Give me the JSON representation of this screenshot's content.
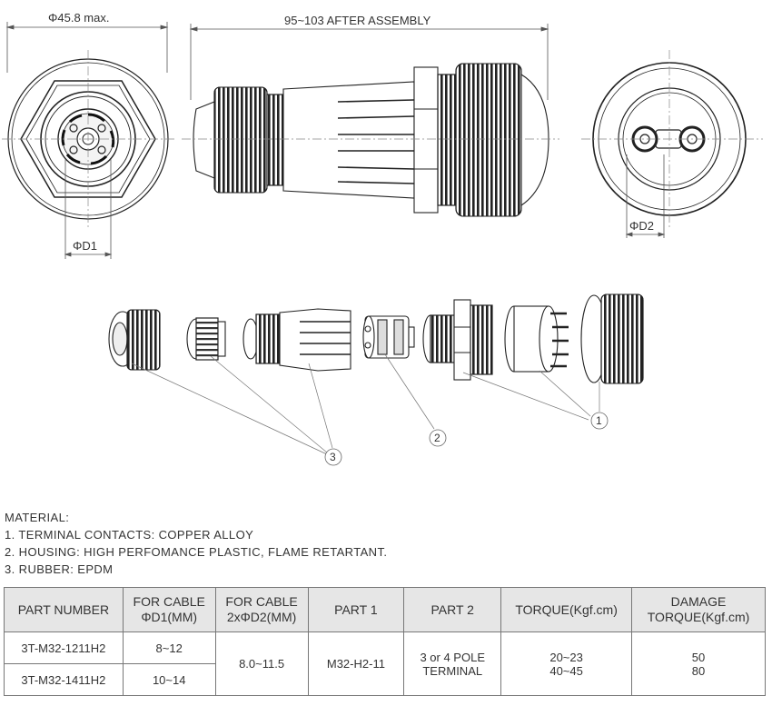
{
  "dimensions": {
    "outer_diameter": "Φ45.8 max.",
    "assembly_length": "95~103 AFTER ASSEMBLY",
    "d1": "ΦD1",
    "d2": "ΦD2"
  },
  "callouts": [
    "1",
    "2",
    "3"
  ],
  "material": {
    "heading": "MATERIAL:",
    "items": [
      "1. TERMINAL CONTACTS: COPPER ALLOY",
      "2. HOUSING: HIGH PERFOMANCE PLASTIC, FLAME RETARTANT.",
      "3. RUBBER: EPDM"
    ]
  },
  "table": {
    "headers": [
      "PART NUMBER",
      "FOR CABLE\nΦD1(MM)",
      "FOR CABLE\n2xΦD2(MM)",
      "PART 1",
      "PART 2",
      "TORQUE(Kgf.cm)",
      "DAMAGE\nTORQUE(Kgf.cm)"
    ],
    "rows": [
      {
        "part_number": "3T-M32-1211H2",
        "d1": "8~12"
      },
      {
        "part_number": "3T-M32-1411H2",
        "d1": "10~14"
      }
    ],
    "shared": {
      "d2": "8.0~11.5",
      "part1": "M32-H2-11",
      "part2": "3 or 4 POLE\nTERMINAL",
      "torque": "20~23\n40~45",
      "damage_torque": "50\n80"
    }
  }
}
